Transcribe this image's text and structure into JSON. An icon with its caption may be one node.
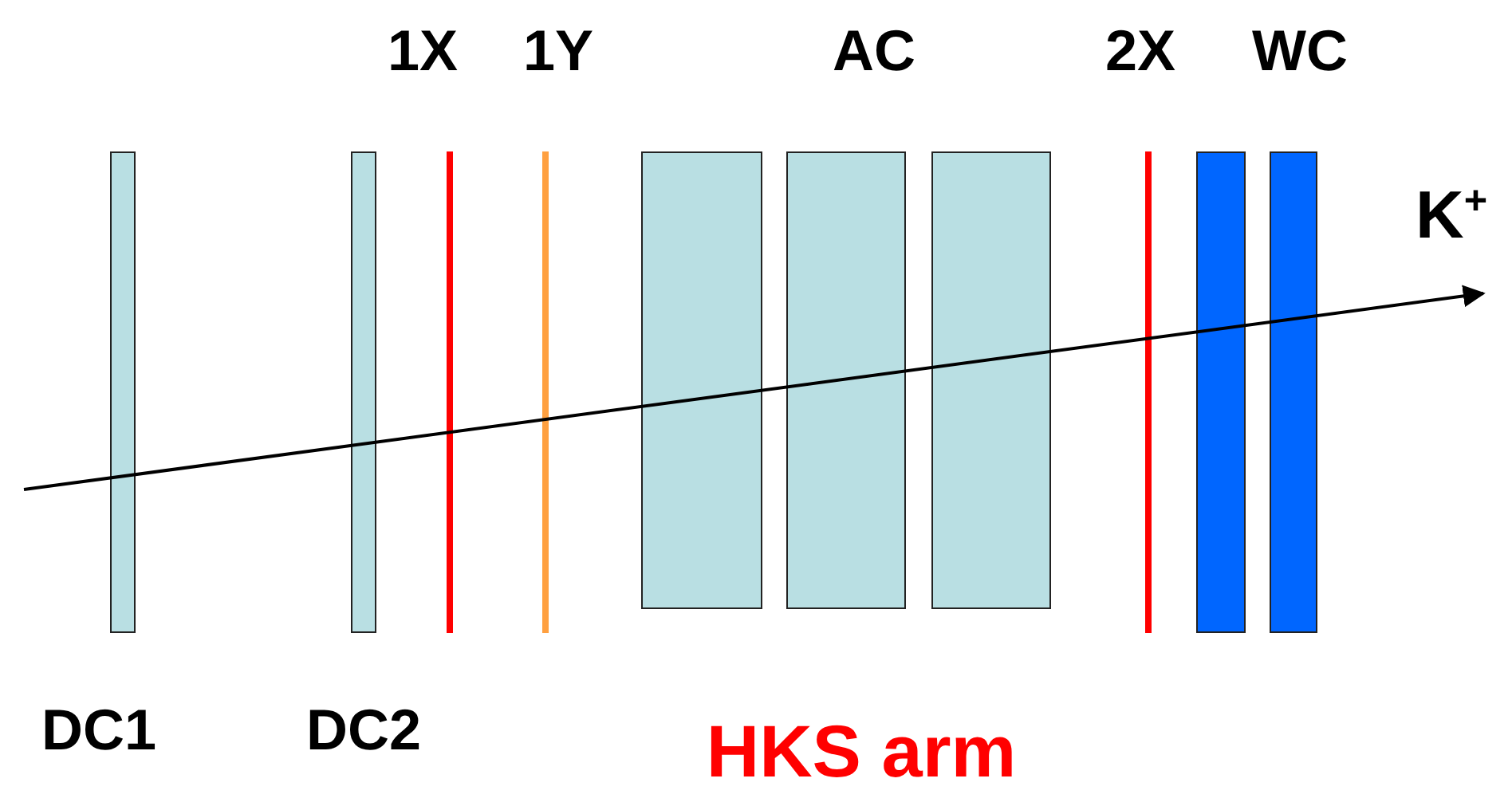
{
  "diagram": {
    "caption": "HKS arm",
    "nodes": [
      {
        "text": [],
        "shape": "box"
      },
      {
        "text": [],
        "shape": "box"
      },
      {
        "text": [],
        "shape": "bar"
      },
      {
        "text": [],
        "shape": "bar"
      },
      {
        "text": [],
        "shape": "box"
      },
      {
        "text": [],
        "shape": "box"
      },
      {
        "text": [],
        "shape": "box"
      },
      {
        "text": [],
        "shape": "bar"
      },
      {
        "text": [],
        "shape": "box"
      },
      {
        "text": [],
        "shape": "box"
      }
    ],
    "labels": [
      "1X",
      "1Y",
      "AC",
      "2X",
      "WC",
      "K$^{+}$",
      "DC1",
      "DC2"
    ]
  }
}
